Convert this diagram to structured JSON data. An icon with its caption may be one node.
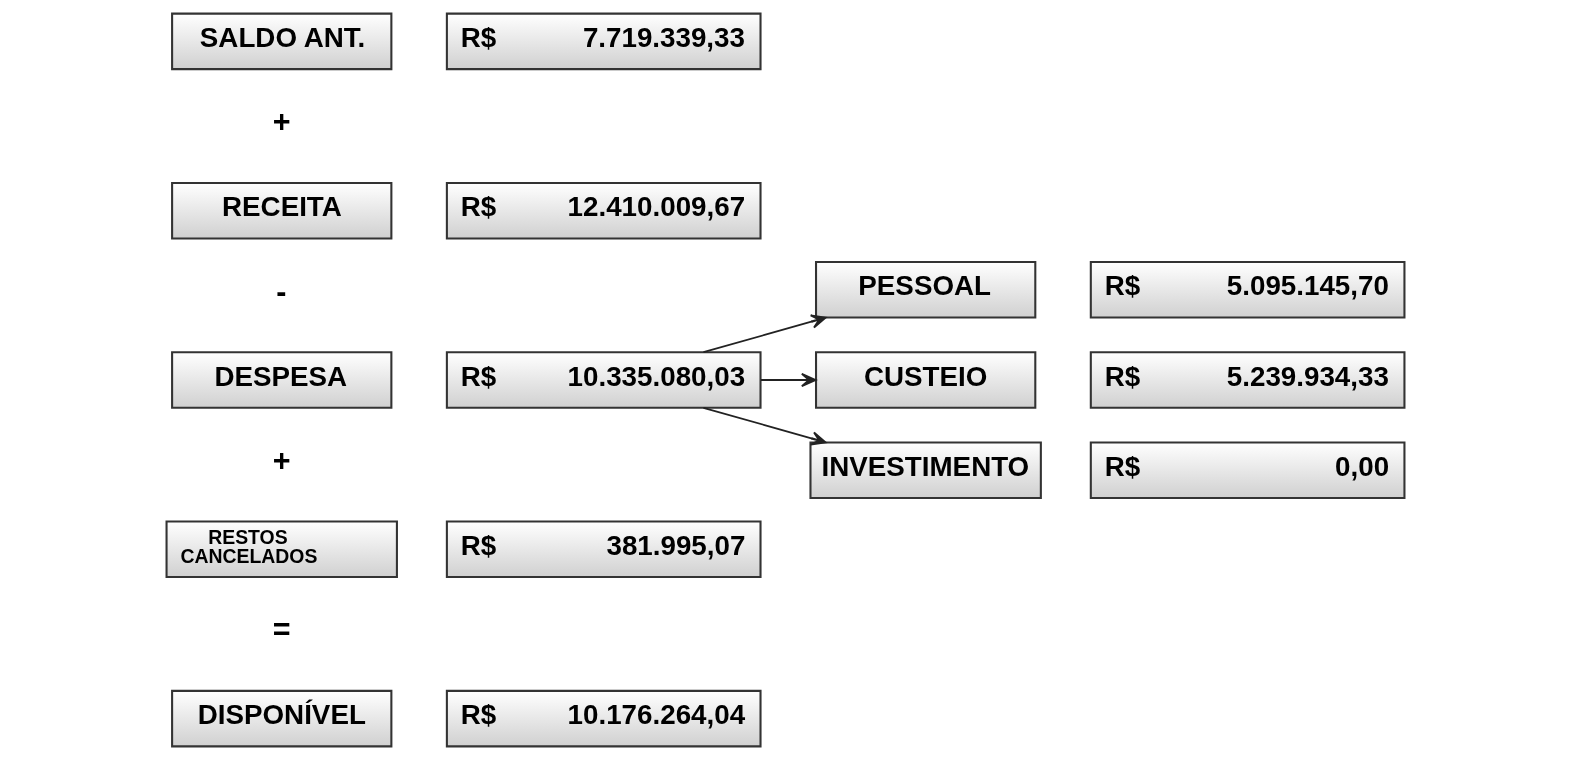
{
  "diagram": {
    "nodes": [
      {
        "text": [
          "SALDO ANT."
        ]
      },
      {
        "text": [
          "R$",
          "7.719.339,33"
        ]
      },
      {
        "text": [
          "RECEITA"
        ]
      },
      {
        "text": [
          "R$",
          "12.410.009,67"
        ]
      },
      {
        "text": [
          "PESSOAL"
        ]
      },
      {
        "text": [
          "R$",
          "5.095.145,70"
        ]
      },
      {
        "text": [
          "DESPESA"
        ]
      },
      {
        "text": [
          "R$",
          "10.335.080,03"
        ]
      },
      {
        "text": [
          "CUSTEIO"
        ]
      },
      {
        "text": [
          "R$",
          "5.239.934,33"
        ]
      },
      {
        "text": [
          "RESTOS CANCELADOS"
        ]
      },
      {
        "text": [
          "R$",
          "381.995,07"
        ]
      },
      {
        "text": [
          "INVESTIMENTO"
        ]
      },
      {
        "text": [
          "R$",
          "0,00"
        ]
      },
      {
        "text": [
          "DISPONÍVEL"
        ]
      },
      {
        "text": [
          "R$",
          "10.176.264,04"
        ]
      }
    ],
    "edges": [
      {
        "from": 7,
        "to": 4,
        "arrow": "to"
      },
      {
        "from": 7,
        "to": 8,
        "arrow": "to"
      },
      {
        "from": 7,
        "to": 12,
        "arrow": "to"
      }
    ],
    "labels": [
      "+",
      "-",
      "+",
      "="
    ]
  }
}
